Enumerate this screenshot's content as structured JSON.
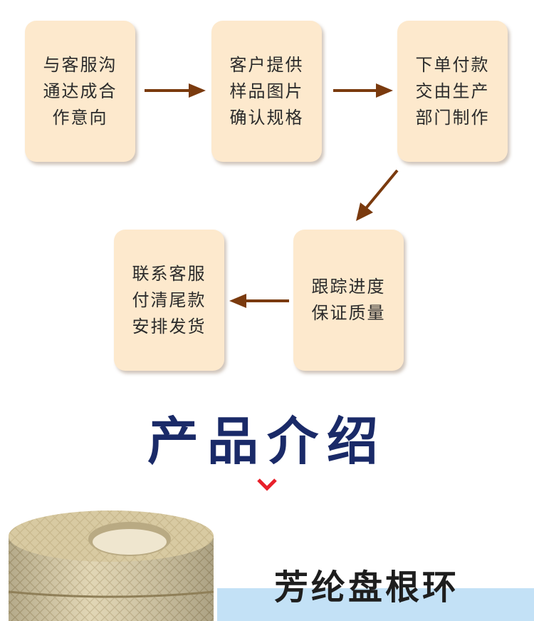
{
  "flow": {
    "step1": [
      "与客服沟",
      "通达成合",
      "作意向"
    ],
    "step2": [
      "客户提供",
      "样品图片",
      "确认规格"
    ],
    "step3": [
      "下单付款",
      "交由生产",
      "部门制作"
    ],
    "step4": [
      "跟踪进度",
      "保证质量"
    ],
    "step5": [
      "联系客服",
      "付清尾款",
      "安排发货"
    ]
  },
  "section": {
    "title": "产品介绍"
  },
  "product": {
    "name": "芳纶盘根环"
  },
  "colors": {
    "box": "#fde9cd",
    "arrow": "#7a3a0e",
    "title": "#1a2a68",
    "chevron": "#e8202a",
    "band": "#c3e1f6"
  }
}
